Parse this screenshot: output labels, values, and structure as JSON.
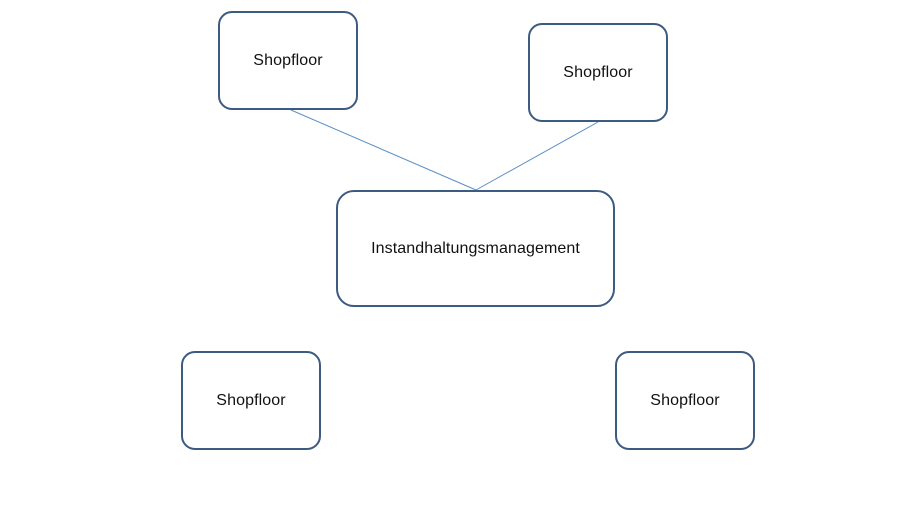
{
  "diagram": {
    "nodes": {
      "center": {
        "label": "Instandhaltungsmanagement"
      },
      "top_left": {
        "label": "Shopfloor"
      },
      "top_right": {
        "label": "Shopfloor"
      },
      "bottom_left": {
        "label": "Shopfloor"
      },
      "bottom_right": {
        "label": "Shopfloor"
      }
    },
    "edges": [
      {
        "from": "top_left",
        "to": "center"
      },
      {
        "from": "top_right",
        "to": "center"
      }
    ],
    "colors": {
      "node_border": "#3d5a80",
      "connector": "#5b8fc7"
    }
  }
}
